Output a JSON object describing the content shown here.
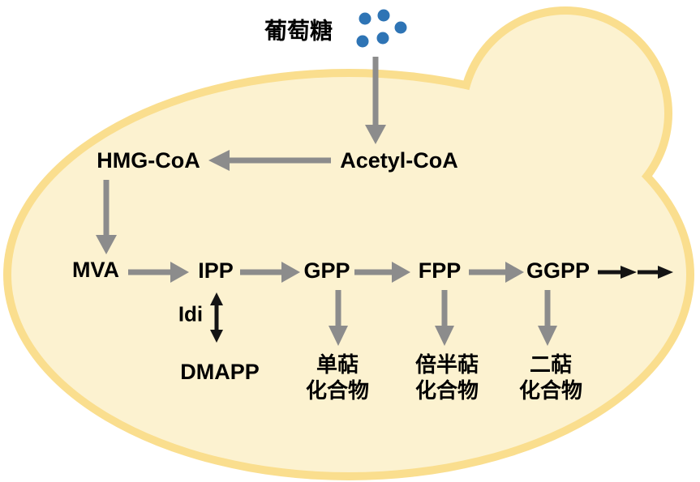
{
  "colors": {
    "cell_fill": "#fcf2d0",
    "cell_border": "#fade8e",
    "arrow_gray": "#8c8c8c",
    "arrow_black": "#141414",
    "glucose_dots_blue": "#2e74b5",
    "text": "#000000"
  },
  "nodes": {
    "glucose": "葡萄糖",
    "acetyl_coa": "Acetyl-CoA",
    "hmg_coa": "HMG-CoA",
    "mva": "MVA",
    "ipp": "IPP",
    "idi_enzyme": "Idi",
    "dmapp": "DMAPP",
    "gpp": "GPP",
    "fpp": "FPP",
    "ggpp": "GGPP",
    "monoterpenes": "单萜\n化合物",
    "sesquiterpenes": "倍半萜\n化合物",
    "diterpenes": "二萜\n化合物"
  }
}
